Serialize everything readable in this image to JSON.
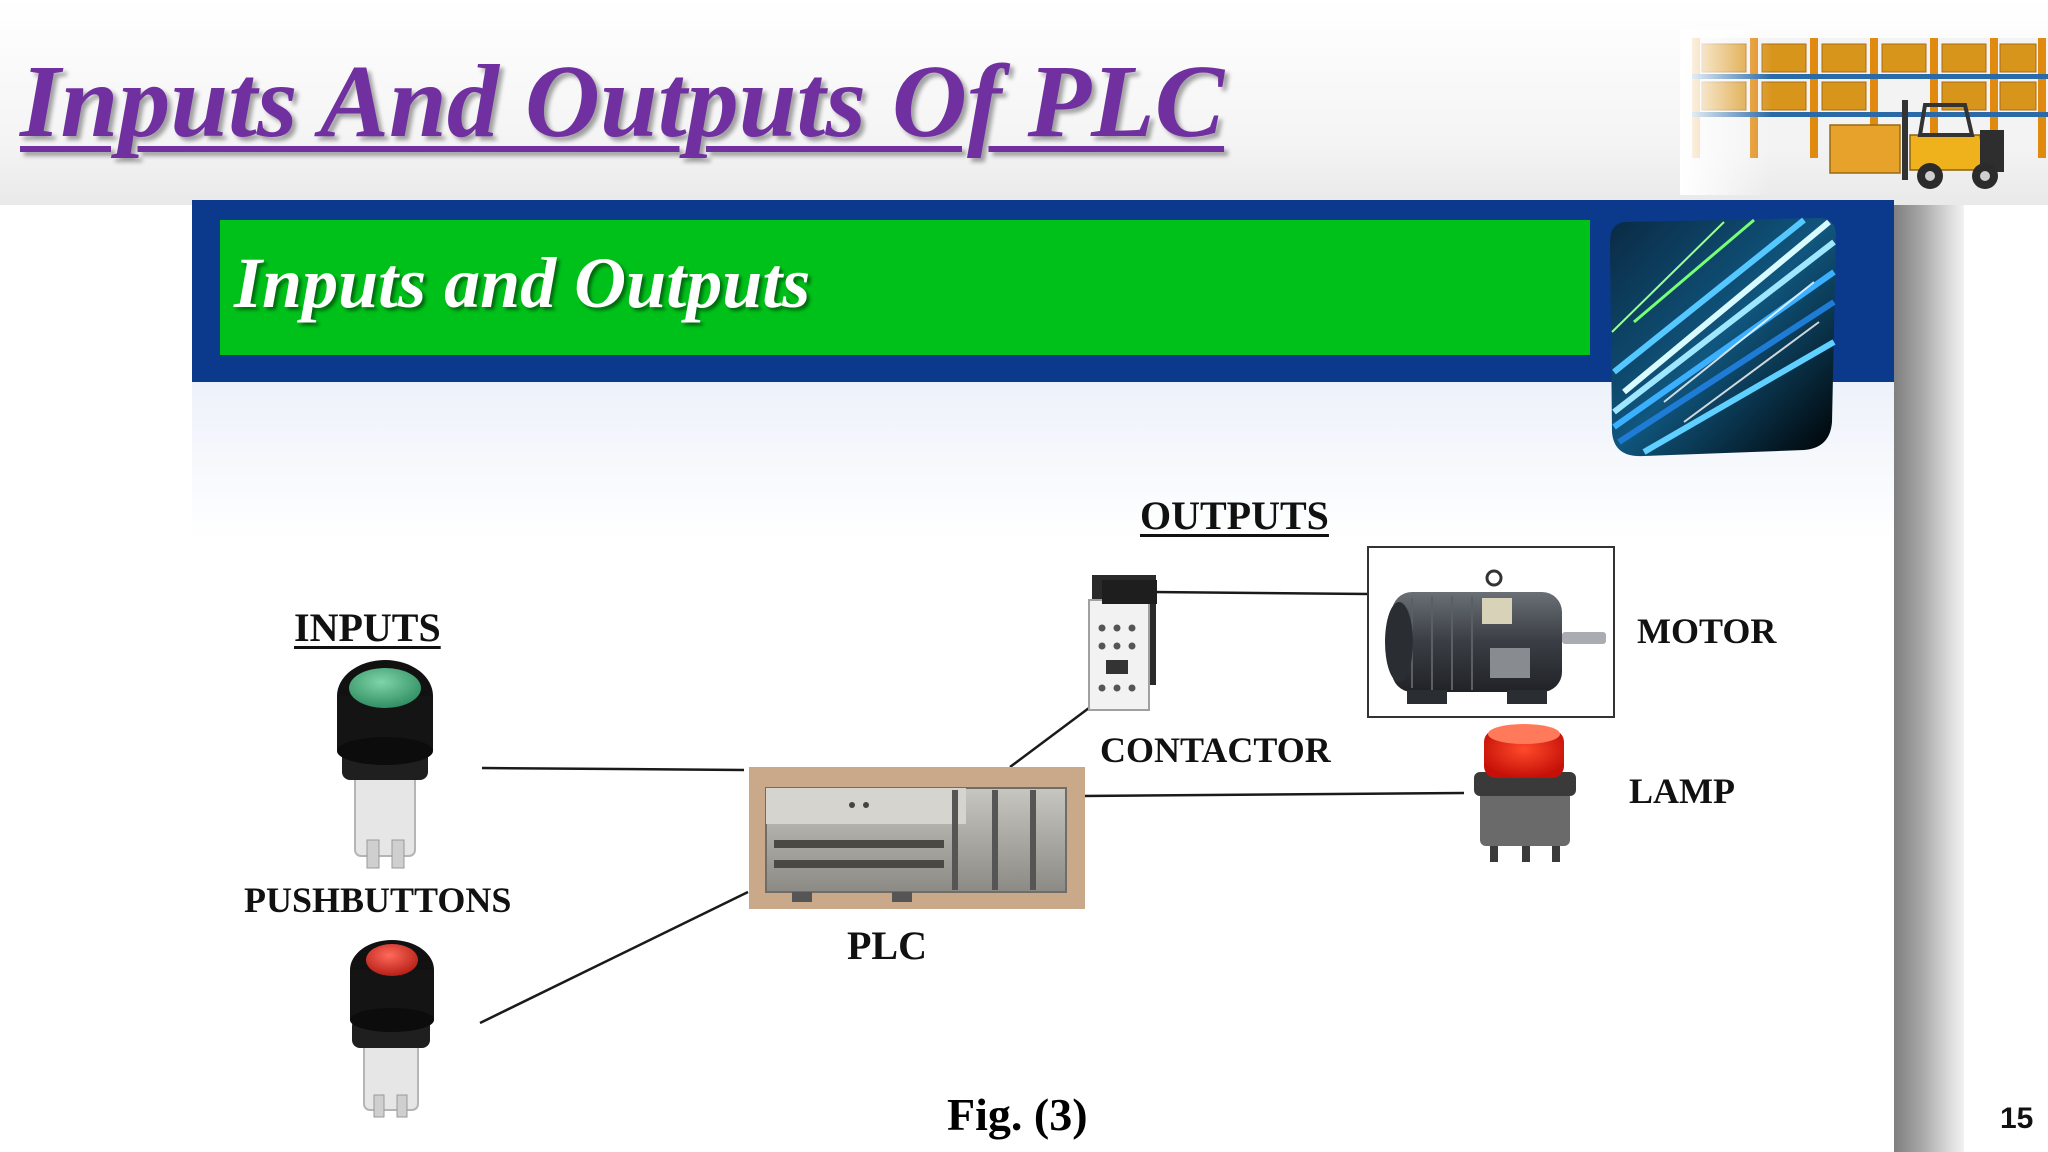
{
  "slide": {
    "title": "Inputs And Outputs Of PLC",
    "page_number": "15",
    "title_color": "#7030a0"
  },
  "figure": {
    "banner_title": "Inputs and Outputs",
    "banner_colors": {
      "outer": "#0b3a8c",
      "inner": "#00c01a"
    },
    "labels": {
      "inputs_heading": "INPUTS",
      "outputs_heading": "OUTPUTS",
      "pushbuttons": "PUSHBUTTONS",
      "plc": "PLC",
      "contactor": "CONTACTOR",
      "motor": "MOTOR",
      "lamp": "LAMP"
    },
    "caption": "Fig. (3)",
    "icons": [
      "forklift-warehouse-image",
      "light-beams-image",
      "green-pushbutton-icon",
      "red-pushbutton-icon",
      "plc-unit-icon",
      "contactor-icon",
      "motor-icon",
      "red-lamp-icon"
    ]
  }
}
